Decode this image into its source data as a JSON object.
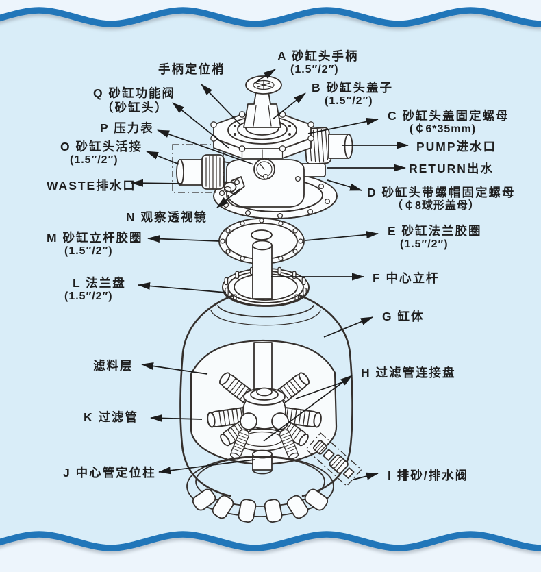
{
  "figure": {
    "subject": "sand-filter-exploded-parts-diagram",
    "palette": {
      "wave_blue": "#2176b9",
      "background": "#d9edf8",
      "outer_zone": "#edf5fc",
      "ink": "#35302d",
      "label_ink": "#1e1e1e"
    }
  },
  "labels": {
    "handle": {
      "line1": "A 砂缸头手柄",
      "line2": "(1.5″/2″)"
    },
    "handle_pin": {
      "line1": "手柄定位梢"
    },
    "head_cover": {
      "line1": "B 砂缸头盖子",
      "line2": "(1.5″/2″)"
    },
    "valve": {
      "line1": "Q 砂缸功能阀",
      "line2": "（砂缸头）"
    },
    "cover_nut": {
      "line1": "C 砂缸头盖固定螺母",
      "line2": "(￠6*35mm)"
    },
    "gauge": {
      "line1": "P 压力表"
    },
    "union": {
      "line1": "O 砂缸头活接",
      "line2": "(1.5″/2″)"
    },
    "pump": {
      "line1": "PUMP进水口"
    },
    "return": {
      "line1": "RETURN出水"
    },
    "waste": {
      "line1": "WASTE排水口"
    },
    "cap_nut": {
      "line1": "D 砂缸头带螺帽固定螺母",
      "line2": "（￠8球形盖母）"
    },
    "sight_glass": {
      "line1": "N 观察透视镜"
    },
    "flange_gasket": {
      "line1": "E 砂缸法兰胶圈",
      "line2": "(1.5″/2″)"
    },
    "riser_gasket": {
      "line1": "M 砂缸立杆胶圈",
      "line2": "(1.5″/2″)"
    },
    "center_pipe": {
      "line1": "F 中心立杆"
    },
    "flange_plate": {
      "line1": "L 法兰盘",
      "line2": "(1.5″/2″)"
    },
    "tank_body": {
      "line1": "G 缸体"
    },
    "media_layer": {
      "line1": "滤料层"
    },
    "lateral_plate": {
      "line1": "H 过滤管连接盘"
    },
    "lateral": {
      "line1": "K 过滤管"
    },
    "center_post": {
      "line1": "J 中心管定位柱"
    },
    "drain_valve": {
      "line1": "I 排砂/排水阀"
    }
  }
}
